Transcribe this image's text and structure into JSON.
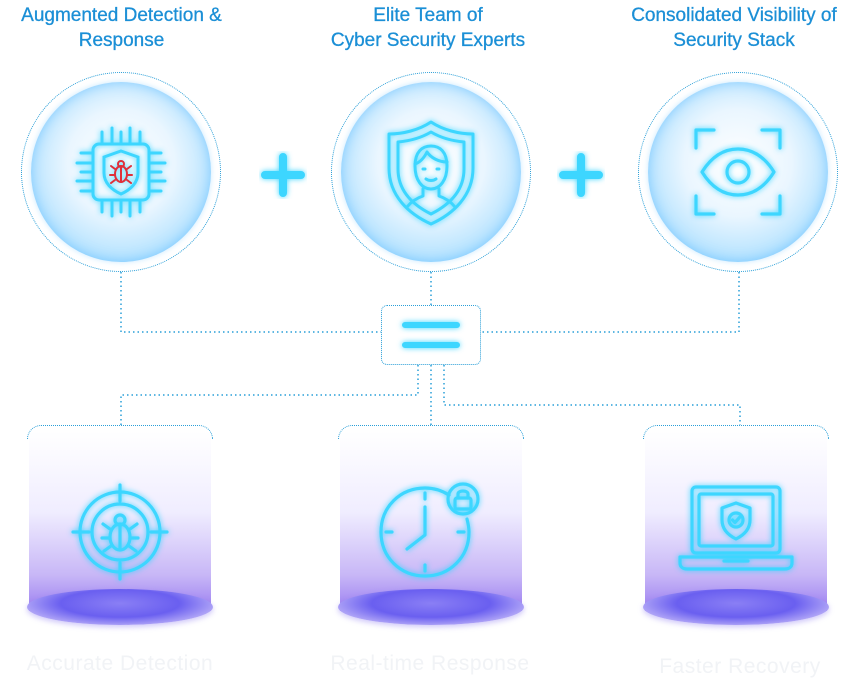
{
  "top": {
    "items": [
      {
        "title_lines": [
          "Augmented Detection &",
          "Response"
        ],
        "icon": "chip-bug-icon"
      },
      {
        "title_lines": [
          "Elite Team of",
          "Cyber Security Experts"
        ],
        "icon": "shield-person-icon"
      },
      {
        "title_lines": [
          "Consolidated  Visibility of",
          "Security Stack"
        ],
        "icon": "eye-scan-icon"
      }
    ],
    "operator_plus": "+",
    "operator_equals": "="
  },
  "bottom": {
    "items": [
      {
        "label": "Accurate Detection",
        "icon": "target-bug-icon"
      },
      {
        "label": "Real-time Response",
        "icon": "clock-lock-icon"
      },
      {
        "label": "Faster Recovery",
        "icon": "laptop-shield-icon"
      }
    ]
  },
  "colors": {
    "title": "#1b8fd6",
    "neon": "#3dd6ff",
    "connector": "#2a9fd8",
    "bug_red": "#e0303a",
    "cylinder_base": "#6a5ff0"
  }
}
